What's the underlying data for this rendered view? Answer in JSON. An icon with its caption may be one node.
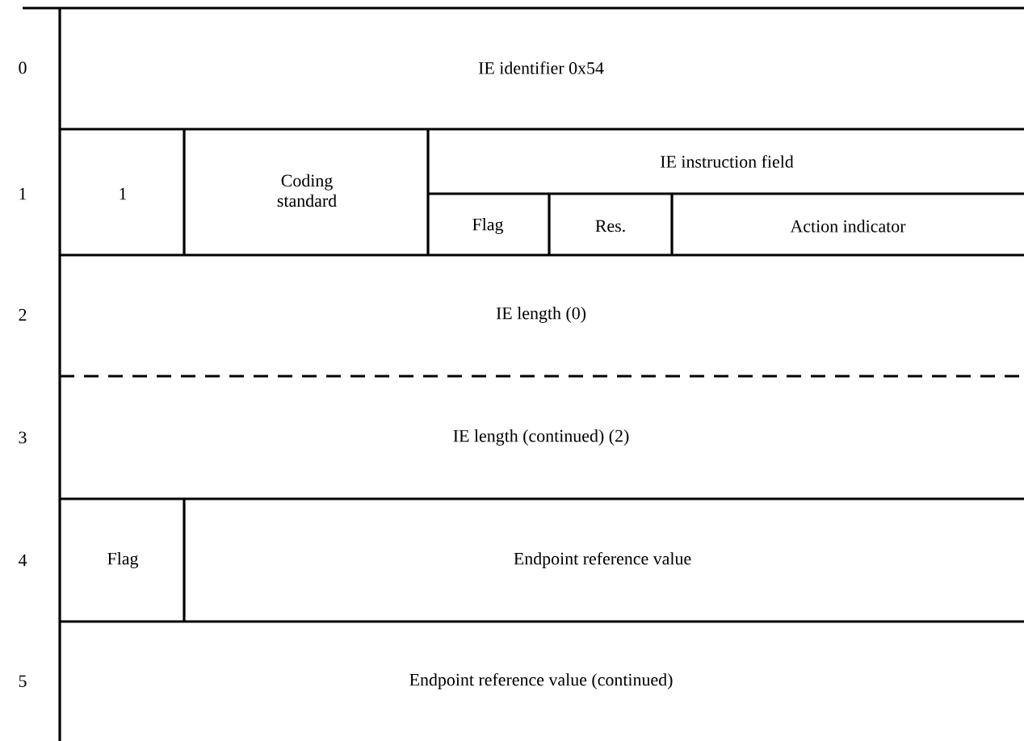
{
  "diagram": {
    "labels": [
      "0",
      "IE identifier 0x54",
      "1",
      "1",
      "Coding standard",
      "IE instruction field",
      "Flag",
      "Res.",
      "Action indicator",
      "2",
      "IE length (0)",
      "3",
      "IE length (continued) (2)",
      "4",
      "Flag",
      "Endpoint reference value",
      "5",
      "Endpoint reference value (continued)"
    ]
  }
}
